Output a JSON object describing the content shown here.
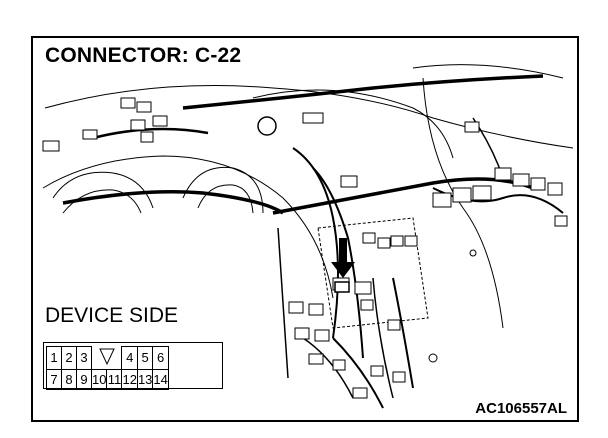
{
  "title": "CONNECTOR: C-22",
  "device_side_label": "DEVICE SIDE",
  "figure_code": "AC106557AL",
  "connector_pins": {
    "row1": [
      "1",
      "2",
      "3",
      "",
      "",
      "4",
      "5",
      "6"
    ],
    "row2": [
      "7",
      "8",
      "9",
      "10",
      "11",
      "12",
      "13",
      "14"
    ]
  },
  "icons": [
    "connector-pointer-arrow-icon",
    "lock-tab-icon"
  ]
}
